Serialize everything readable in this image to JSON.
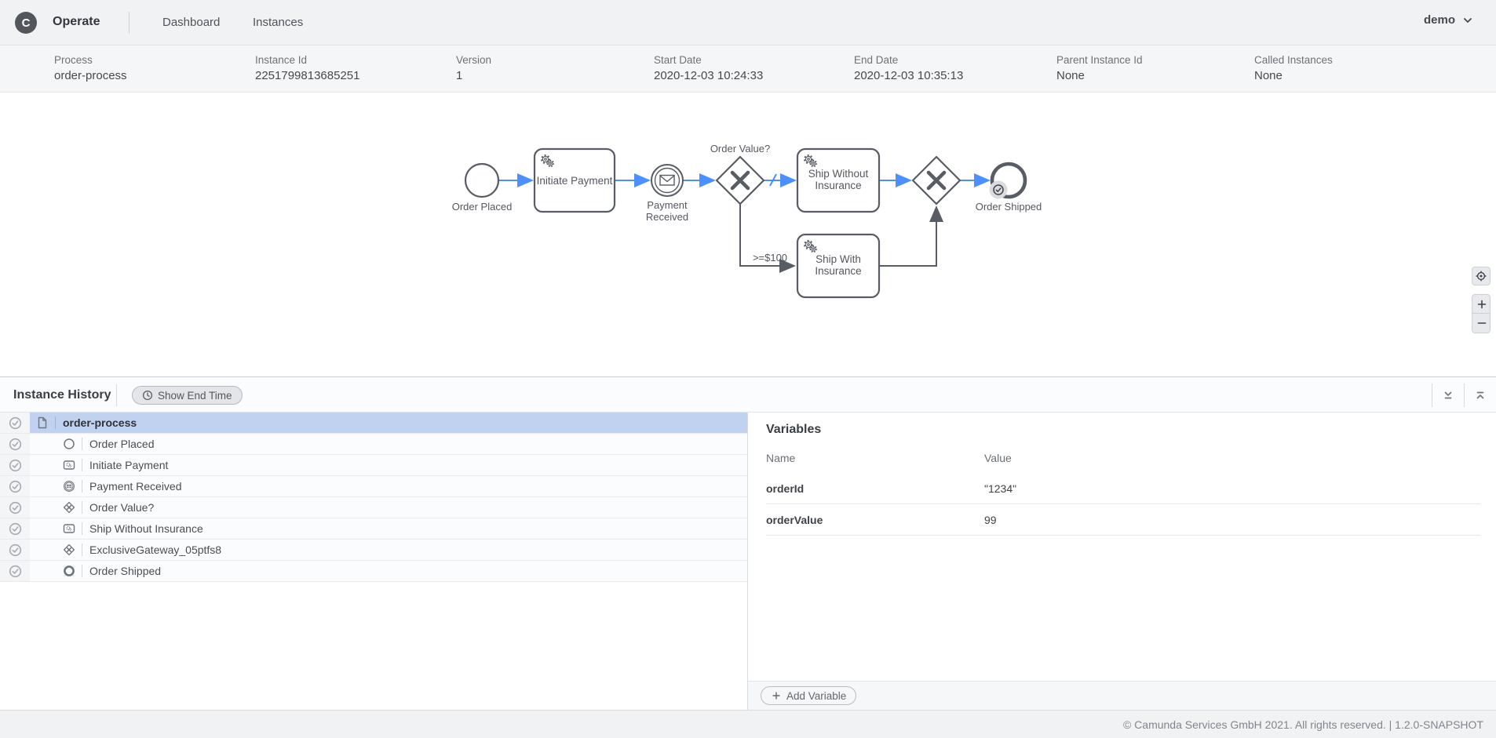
{
  "header": {
    "logo_letter": "C",
    "brand": "Operate",
    "nav": {
      "dashboard": "Dashboard",
      "instances": "Instances"
    },
    "user": "demo"
  },
  "metadata": {
    "fields": [
      {
        "label": "Process",
        "value": "order-process"
      },
      {
        "label": "Instance Id",
        "value": "2251799813685251"
      },
      {
        "label": "Version",
        "value": "1"
      },
      {
        "label": "Start Date",
        "value": "2020-12-03 10:24:33"
      },
      {
        "label": "End Date",
        "value": "2020-12-03 10:35:13"
      },
      {
        "label": "Parent Instance Id",
        "value": "None"
      },
      {
        "label": "Called Instances",
        "value": "None"
      }
    ]
  },
  "diagram": {
    "labels": {
      "order_placed": "Order Placed",
      "initiate_payment": "Initiate Payment",
      "payment_received_line1": "Payment",
      "payment_received_line2": "Received",
      "order_value_gateway": "Order Value?",
      "ship_without_line1": "Ship Without",
      "ship_without_line2": "Insurance",
      "ship_with_line1": "Ship With",
      "ship_with_line2": "Insurance",
      "order_shipped": "Order Shipped",
      "flow_condition": ">=$100"
    },
    "colors": {
      "flow_taken": "#4c8fff",
      "flow_untaken": "#585c64",
      "selection": "#c1d2f0"
    },
    "icons": [
      "service-task-gears-icon",
      "message-envelope-icon",
      "exclusive-gateway-x-icon",
      "completed-check-badge-icon"
    ]
  },
  "zoom_controls": {
    "icons": [
      "reset-diagram-icon",
      "zoom-in-icon",
      "zoom-out-icon"
    ]
  },
  "history": {
    "title": "Instance History",
    "show_end_time_label": "Show End Time",
    "rows": [
      {
        "icon": "process-document-icon",
        "label": "order-process",
        "selected": true,
        "state": "completed"
      },
      {
        "icon": "start-event-icon",
        "label": "Order Placed",
        "state": "completed"
      },
      {
        "icon": "service-task-icon",
        "label": "Initiate Payment",
        "state": "completed"
      },
      {
        "icon": "message-event-icon",
        "label": "Payment Received",
        "state": "completed"
      },
      {
        "icon": "gateway-icon",
        "label": "Order Value?",
        "state": "completed"
      },
      {
        "icon": "service-task-icon",
        "label": "Ship Without Insurance",
        "state": "completed"
      },
      {
        "icon": "gateway-icon",
        "label": "ExclusiveGateway_05ptfs8",
        "state": "completed"
      },
      {
        "icon": "end-event-icon",
        "label": "Order Shipped",
        "state": "completed"
      }
    ]
  },
  "variables": {
    "title": "Variables",
    "columns": {
      "name": "Name",
      "value": "Value"
    },
    "rows": [
      {
        "name": "orderId",
        "value": "\"1234\""
      },
      {
        "name": "orderValue",
        "value": "99"
      }
    ],
    "add_button_label": "Add Variable"
  },
  "footer": {
    "text": "© Camunda Services GmbH 2021. All rights reserved. | 1.2.0-SNAPSHOT"
  }
}
